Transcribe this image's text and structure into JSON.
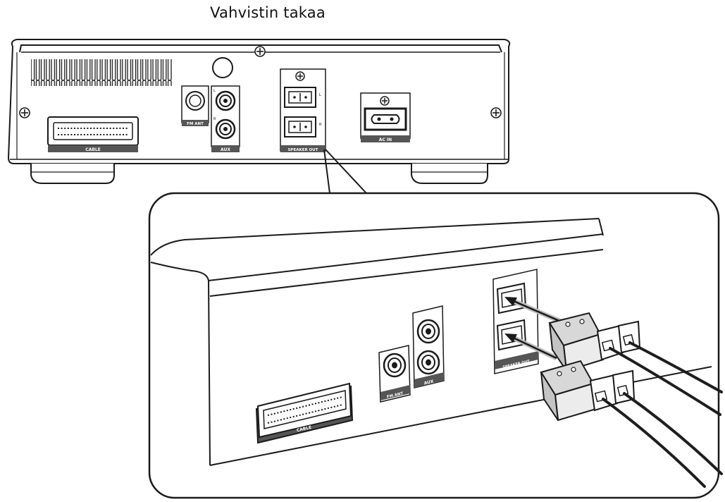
{
  "title": "Vahvistin takaa",
  "panel_labels": {
    "cable": "CABLE",
    "fm_ant": "FM ANT",
    "aux": "AUX",
    "speaker_out": "SPEAKER OUT",
    "ac_in": "AC IN"
  },
  "jack_letters": {
    "left": "L",
    "right": "R"
  },
  "colors": {
    "line": "#1a1a1a",
    "label_bar": "#555555",
    "cable": "#1e1e1e",
    "shadow": "#bfbfbf"
  }
}
